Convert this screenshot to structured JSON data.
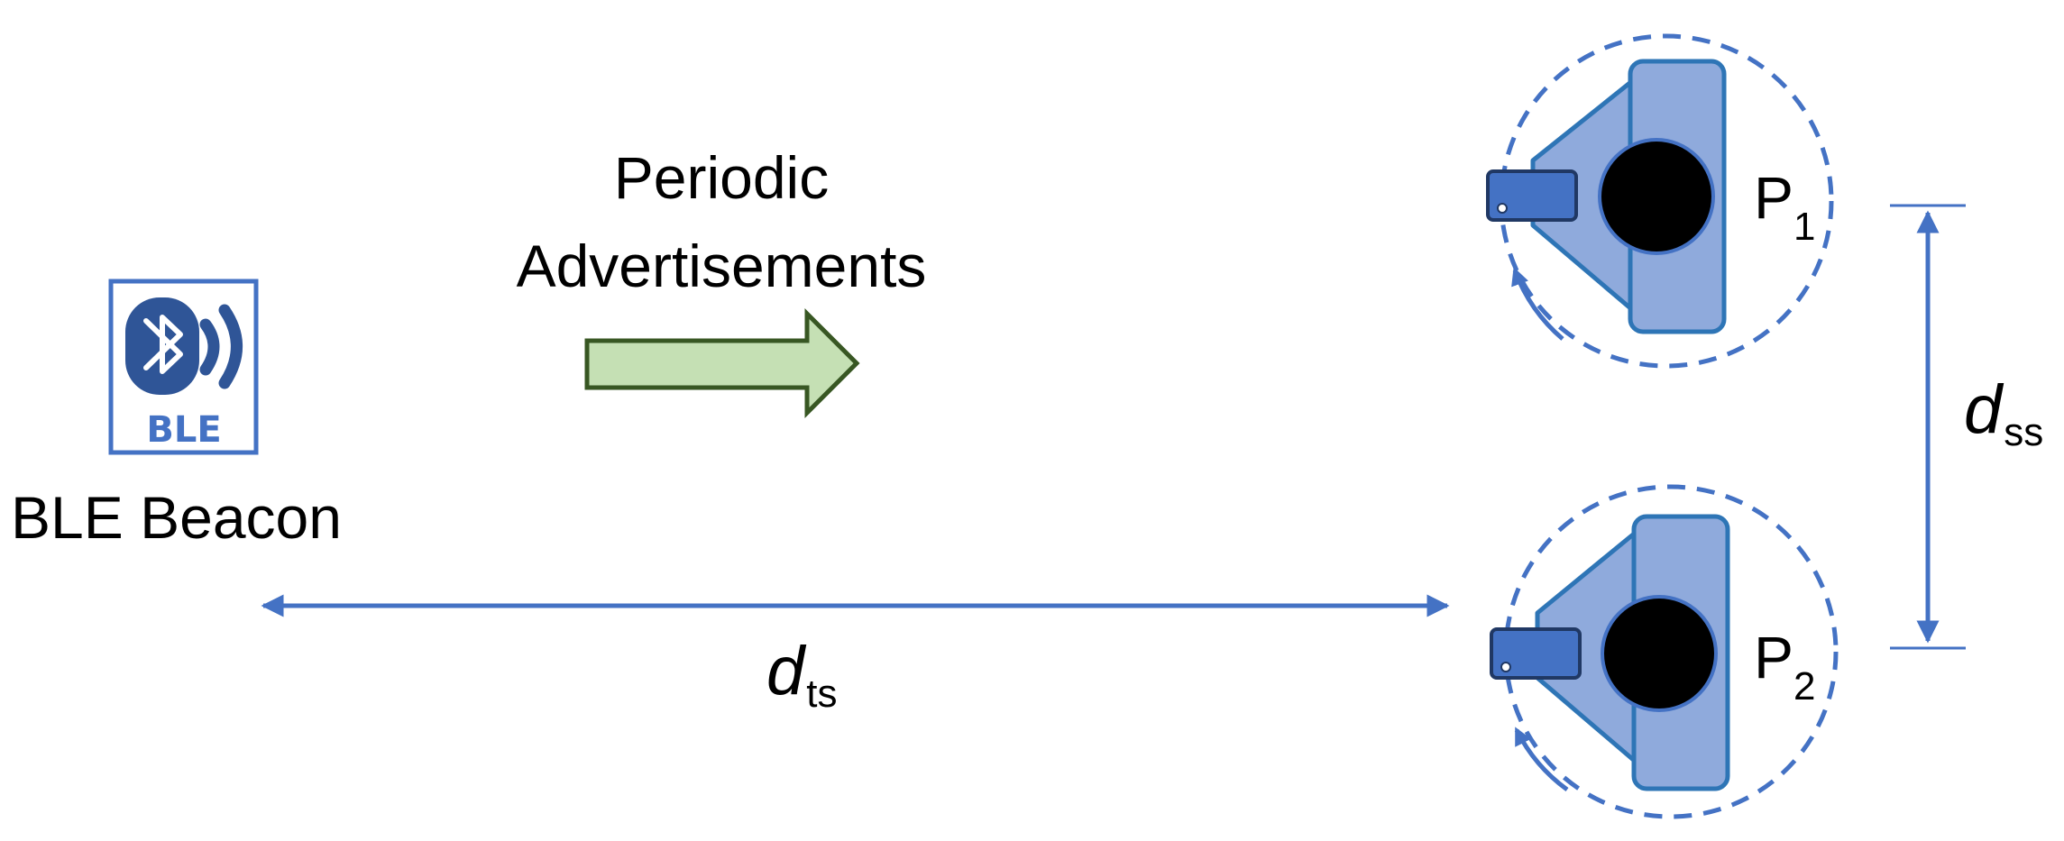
{
  "beacon": {
    "logo_text": "BLE",
    "caption": "BLE Beacon",
    "icon": "bluetooth-icon"
  },
  "advertisement": {
    "line1": "Periodic",
    "line2": "Advertisements",
    "arrow_icon": "right-arrow-icon"
  },
  "persons": [
    {
      "letter": "P",
      "index": "1"
    },
    {
      "letter": "P",
      "index": "2"
    }
  ],
  "distances": {
    "target_to_subject": {
      "symbol": "d",
      "subscript": "ts"
    },
    "subject_to_subject": {
      "symbol": "d",
      "subscript": "ss"
    }
  },
  "colors": {
    "accent_blue": "#4472C4",
    "body_fill": "#8FAADC",
    "device_fill": "#4472C4",
    "device_stroke": "#203864",
    "arrow_fill": "#C5E0B4",
    "arrow_stroke": "#385723",
    "head": "#000000"
  }
}
